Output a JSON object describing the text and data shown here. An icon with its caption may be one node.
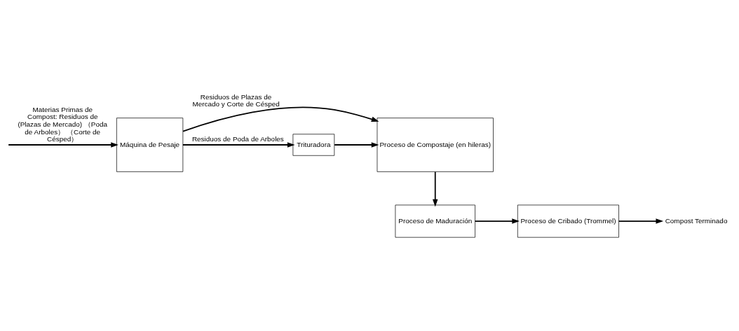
{
  "diagram": {
    "nodes": [
      {
        "text": [
          "Máquina de Pesaje"
        ]
      },
      {
        "text": [
          "Trituradora"
        ]
      },
      {
        "text": [
          "Proceso de Compostaje (en hileras)"
        ]
      },
      {
        "text": [
          "Proceso de Maduración"
        ]
      },
      {
        "text": [
          "Proceso de Cribado (Trommel)"
        ]
      },
      {
        "text": [
          "Compost Terminado"
        ]
      }
    ],
    "edges": [
      {
        "from": null,
        "to": 0,
        "arrow": "to",
        "label": "Materias Primas de Compost: Residuos de (Plazas de Mercado) （Poda de Arboles） （Corte de Césped）"
      },
      {
        "from": 0,
        "to": 1,
        "arrow": "to",
        "label": "Residuos de Poda de Arboles"
      },
      {
        "from": 1,
        "to": 2,
        "arrow": "to"
      },
      {
        "from": 0,
        "to": 2,
        "arrow": "to",
        "label": "Residuos de Plazas de Mercado y Corte de Césped"
      },
      {
        "from": 2,
        "to": 3,
        "arrow": "to"
      },
      {
        "from": 3,
        "to": 4,
        "arrow": "to"
      },
      {
        "from": 4,
        "to": 5,
        "arrow": "to"
      }
    ]
  }
}
